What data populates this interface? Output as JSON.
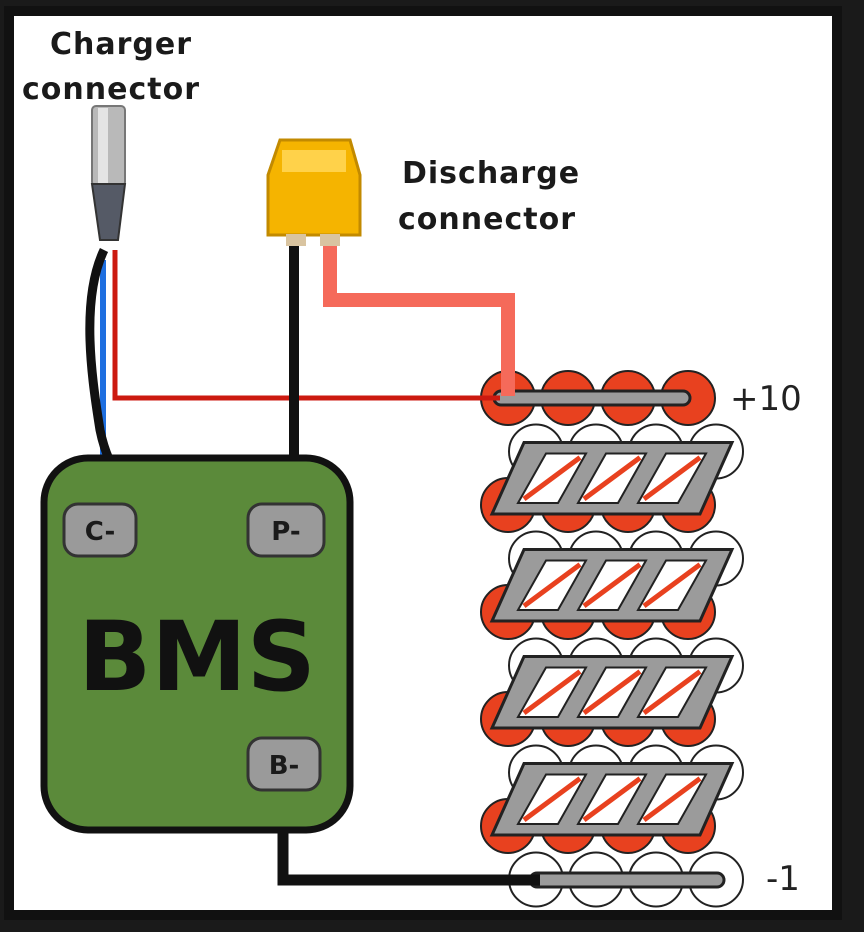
{
  "labels": {
    "charger_line1": "Charger",
    "charger_line2": "connector",
    "discharge_line1": "Discharge",
    "discharge_line2": "connector",
    "bms": "BMS",
    "terminal_c": "C-",
    "terminal_p": "P-",
    "terminal_b": "B-",
    "pack_positive": "+10",
    "pack_negative": "-1"
  },
  "battery": {
    "rows": 10,
    "cells_per_row": 4
  },
  "colors": {
    "bms_fill": "#5b8a3a",
    "bms_outline": "#111111",
    "terminal_fill": "#9a9a9a",
    "cell_red": "#e8411f",
    "cell_white": "#ffffff",
    "connector_yellow": "#f5b400",
    "wire_red": "#cc1a10",
    "wire_salmon": "#f56a5a",
    "wire_blue": "#1e6fe0",
    "wire_black": "#111111",
    "strap_gray": "#9b9b9b"
  }
}
